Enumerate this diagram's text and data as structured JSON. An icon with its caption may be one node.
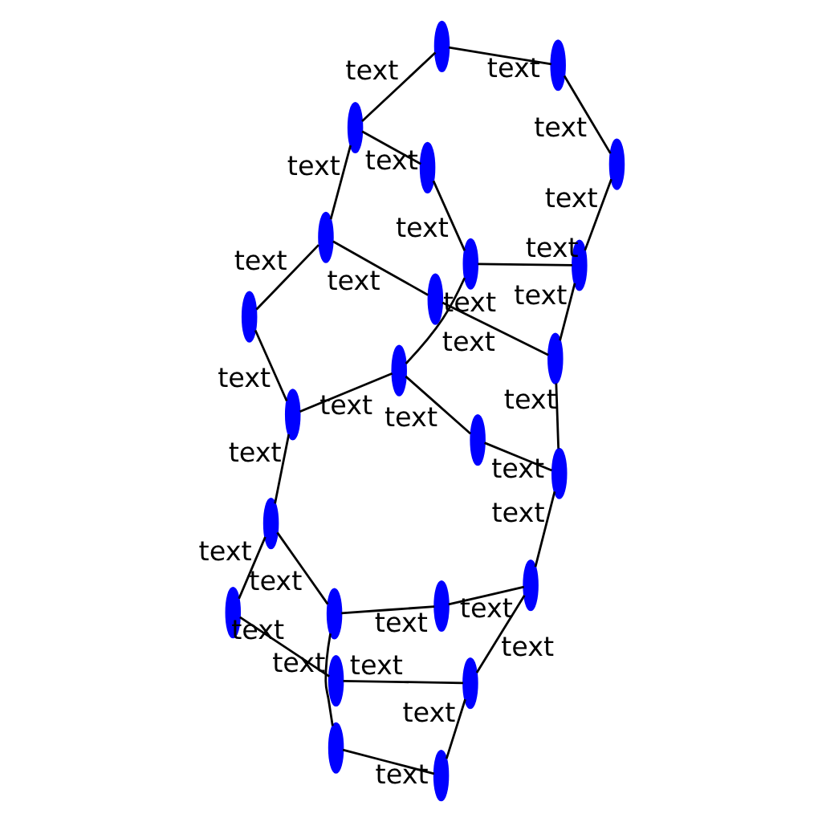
{
  "diagram": {
    "nodes": [
      {
        "text": [],
        "shape": "ellipse"
      },
      {
        "text": [],
        "shape": "ellipse"
      },
      {
        "text": [],
        "shape": "ellipse"
      },
      {
        "text": [],
        "shape": "ellipse"
      },
      {
        "text": [],
        "shape": "ellipse"
      },
      {
        "text": [],
        "shape": "ellipse"
      },
      {
        "text": [],
        "shape": "ellipse"
      },
      {
        "text": [],
        "shape": "ellipse"
      },
      {
        "text": [],
        "shape": "ellipse"
      },
      {
        "text": [],
        "shape": "ellipse"
      },
      {
        "text": [],
        "shape": "ellipse"
      },
      {
        "text": [],
        "shape": "ellipse"
      },
      {
        "text": [],
        "shape": "ellipse"
      },
      {
        "text": [],
        "shape": "ellipse"
      },
      {
        "text": [],
        "shape": "ellipse"
      },
      {
        "text": [],
        "shape": "ellipse"
      },
      {
        "text": [],
        "shape": "ellipse"
      },
      {
        "text": [],
        "shape": "ellipse"
      },
      {
        "text": [],
        "shape": "ellipse"
      },
      {
        "text": [],
        "shape": "ellipse"
      },
      {
        "text": [],
        "shape": "ellipse"
      },
      {
        "text": [],
        "shape": "ellipse"
      },
      {
        "text": [],
        "shape": "ellipse"
      },
      {
        "text": [],
        "shape": "ellipse"
      }
    ],
    "edges": [
      {
        "from": 0,
        "to": 1,
        "arrow": "none",
        "label": "text"
      },
      {
        "from": 1,
        "to": 2,
        "arrow": "none",
        "label": "text"
      },
      {
        "from": 2,
        "to": 3,
        "arrow": "none",
        "label": "text"
      },
      {
        "from": 3,
        "to": 4,
        "arrow": "none",
        "label": "text"
      },
      {
        "from": 4,
        "to": 5,
        "arrow": "none",
        "label": "text"
      },
      {
        "from": 5,
        "to": 6,
        "arrow": "none",
        "label": "text"
      },
      {
        "from": 6,
        "to": 7,
        "arrow": "none",
        "label": "text"
      },
      {
        "from": 7,
        "to": 8,
        "arrow": "none",
        "label": "text"
      },
      {
        "from": 8,
        "to": 9,
        "arrow": "none",
        "label": "text"
      },
      {
        "from": 9,
        "to": 10,
        "arrow": "none",
        "label": "text"
      },
      {
        "from": 10,
        "to": 11,
        "arrow": "none",
        "label": "text"
      },
      {
        "from": 11,
        "to": 12,
        "arrow": "none",
        "label": "text"
      },
      {
        "from": 12,
        "to": 13,
        "arrow": "none",
        "label": "text"
      },
      {
        "from": 13,
        "to": 14,
        "arrow": "none",
        "label": "text"
      },
      {
        "from": 14,
        "to": 15,
        "arrow": "none",
        "label": "text"
      },
      {
        "from": 15,
        "to": 16,
        "arrow": "none",
        "label": "text"
      },
      {
        "from": 16,
        "to": 17,
        "arrow": "none",
        "label": "text"
      },
      {
        "from": 17,
        "to": 18,
        "arrow": "none",
        "label": "text"
      },
      {
        "from": 18,
        "to": 19,
        "arrow": "none",
        "label": "text"
      },
      {
        "from": 19,
        "to": 20,
        "arrow": "none",
        "label": "text"
      },
      {
        "from": 20,
        "to": 21,
        "arrow": "none",
        "label": "text"
      },
      {
        "from": 21,
        "to": 22,
        "arrow": "none",
        "label": "text"
      },
      {
        "from": 22,
        "to": 23,
        "arrow": "none",
        "label": "text"
      },
      {
        "from": 2,
        "to": 8,
        "arrow": "none",
        "label": "text"
      },
      {
        "from": 5,
        "to": 12,
        "arrow": "none",
        "label": "text"
      },
      {
        "from": 9,
        "to": 16,
        "arrow": "none",
        "label": "text"
      },
      {
        "from": 14,
        "to": 20,
        "arrow": "none",
        "label": "text"
      },
      {
        "from": 0,
        "to": 6,
        "arrow": "none",
        "label": "text"
      },
      {
        "from": 11,
        "to": 18,
        "arrow": "none",
        "label": "text"
      },
      {
        "from": 17,
        "to": 23,
        "arrow": "none",
        "label": "text"
      }
    ]
  }
}
